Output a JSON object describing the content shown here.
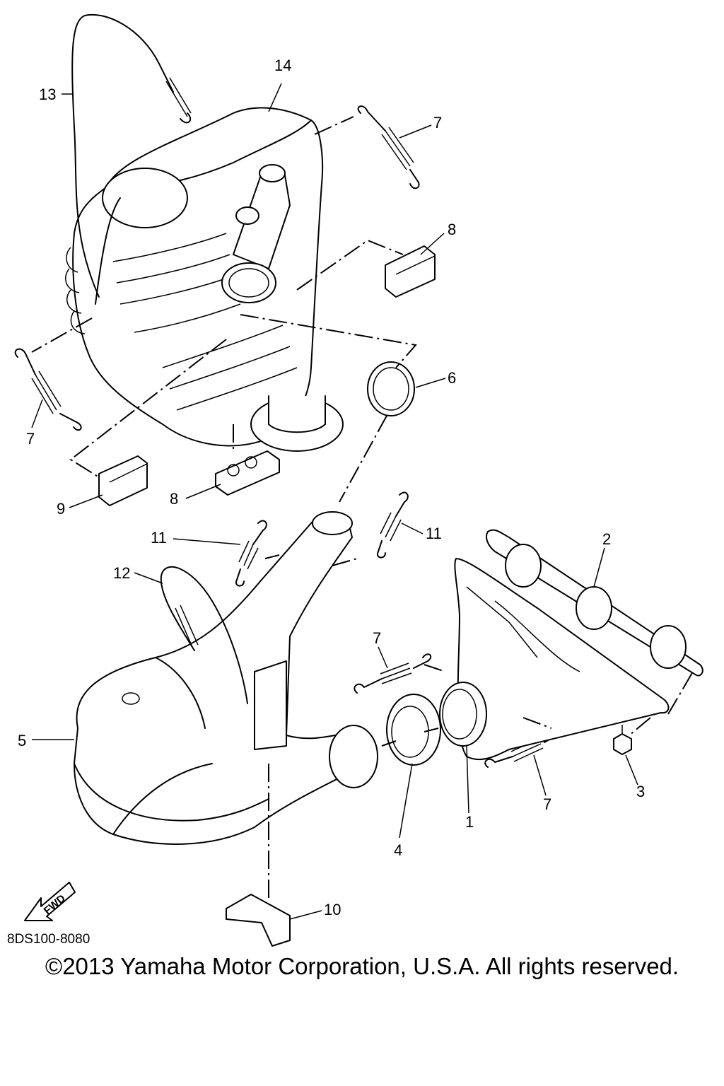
{
  "diagram": {
    "callouts": [
      {
        "id": "c14",
        "label": "14"
      },
      {
        "id": "c13",
        "label": "13"
      },
      {
        "id": "c7a",
        "label": "7"
      },
      {
        "id": "c8a",
        "label": "8"
      },
      {
        "id": "c6",
        "label": "6"
      },
      {
        "id": "c7b",
        "label": "7"
      },
      {
        "id": "c9",
        "label": "9"
      },
      {
        "id": "c8b",
        "label": "8"
      },
      {
        "id": "c11a",
        "label": "11"
      },
      {
        "id": "c11b",
        "label": "11"
      },
      {
        "id": "c12",
        "label": "12"
      },
      {
        "id": "c2",
        "label": "2"
      },
      {
        "id": "c7c",
        "label": "7"
      },
      {
        "id": "c5",
        "label": "5"
      },
      {
        "id": "c3",
        "label": "3"
      },
      {
        "id": "c7d",
        "label": "7"
      },
      {
        "id": "c1",
        "label": "1"
      },
      {
        "id": "c4",
        "label": "4"
      },
      {
        "id": "c10",
        "label": "10"
      }
    ],
    "fwd_label": "FWD",
    "part_code": "8DS100-8080"
  },
  "footer": {
    "copyright": "©2013 Yamaha Motor Corporation, U.S.A. All rights reserved."
  }
}
